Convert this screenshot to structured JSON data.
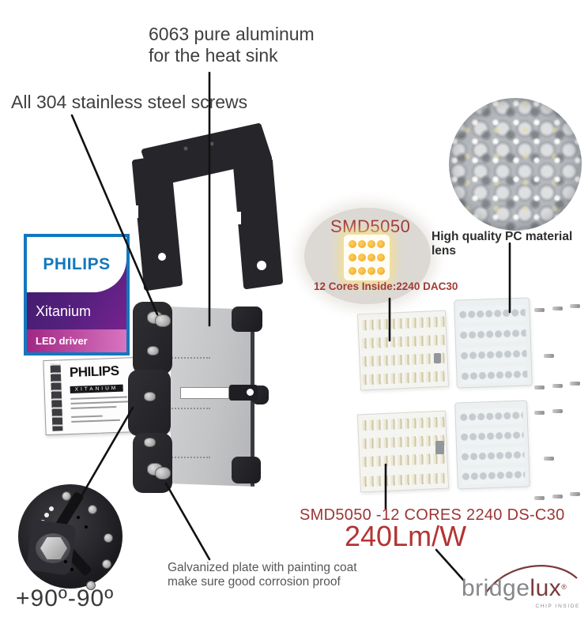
{
  "callouts": {
    "heatsink": "6063 pure aluminum for the heat sink",
    "screws": "All 304 stainless steel screws",
    "lens": "High quality PC material lens",
    "galvanized": "Galvanized plate with painting coat make sure good corrosion proof",
    "rotation": "+90º-90º"
  },
  "smd": {
    "title": "SMD5050",
    "detail": "12 Cores Inside:2240 DAC30"
  },
  "specs": {
    "line": "SMD5050 -12 CORES  2240 DS-C30",
    "efficacy": "240Lm/W"
  },
  "philips_badge": {
    "brand": "PHILIPS",
    "product": "Xitanium",
    "caption": "LED driver"
  },
  "driver": {
    "brand": "PHILIPS",
    "series": "XITANIUM"
  },
  "bridgelux": {
    "gray_part": "bridge",
    "red_part": "lux",
    "reg": "®",
    "caption": "CHIP INSIDE"
  },
  "colors": {
    "red_text": "#a33b36",
    "bright_red": "#b33434",
    "philips_blue": "#1278be",
    "metal_dark": "#26262a"
  }
}
